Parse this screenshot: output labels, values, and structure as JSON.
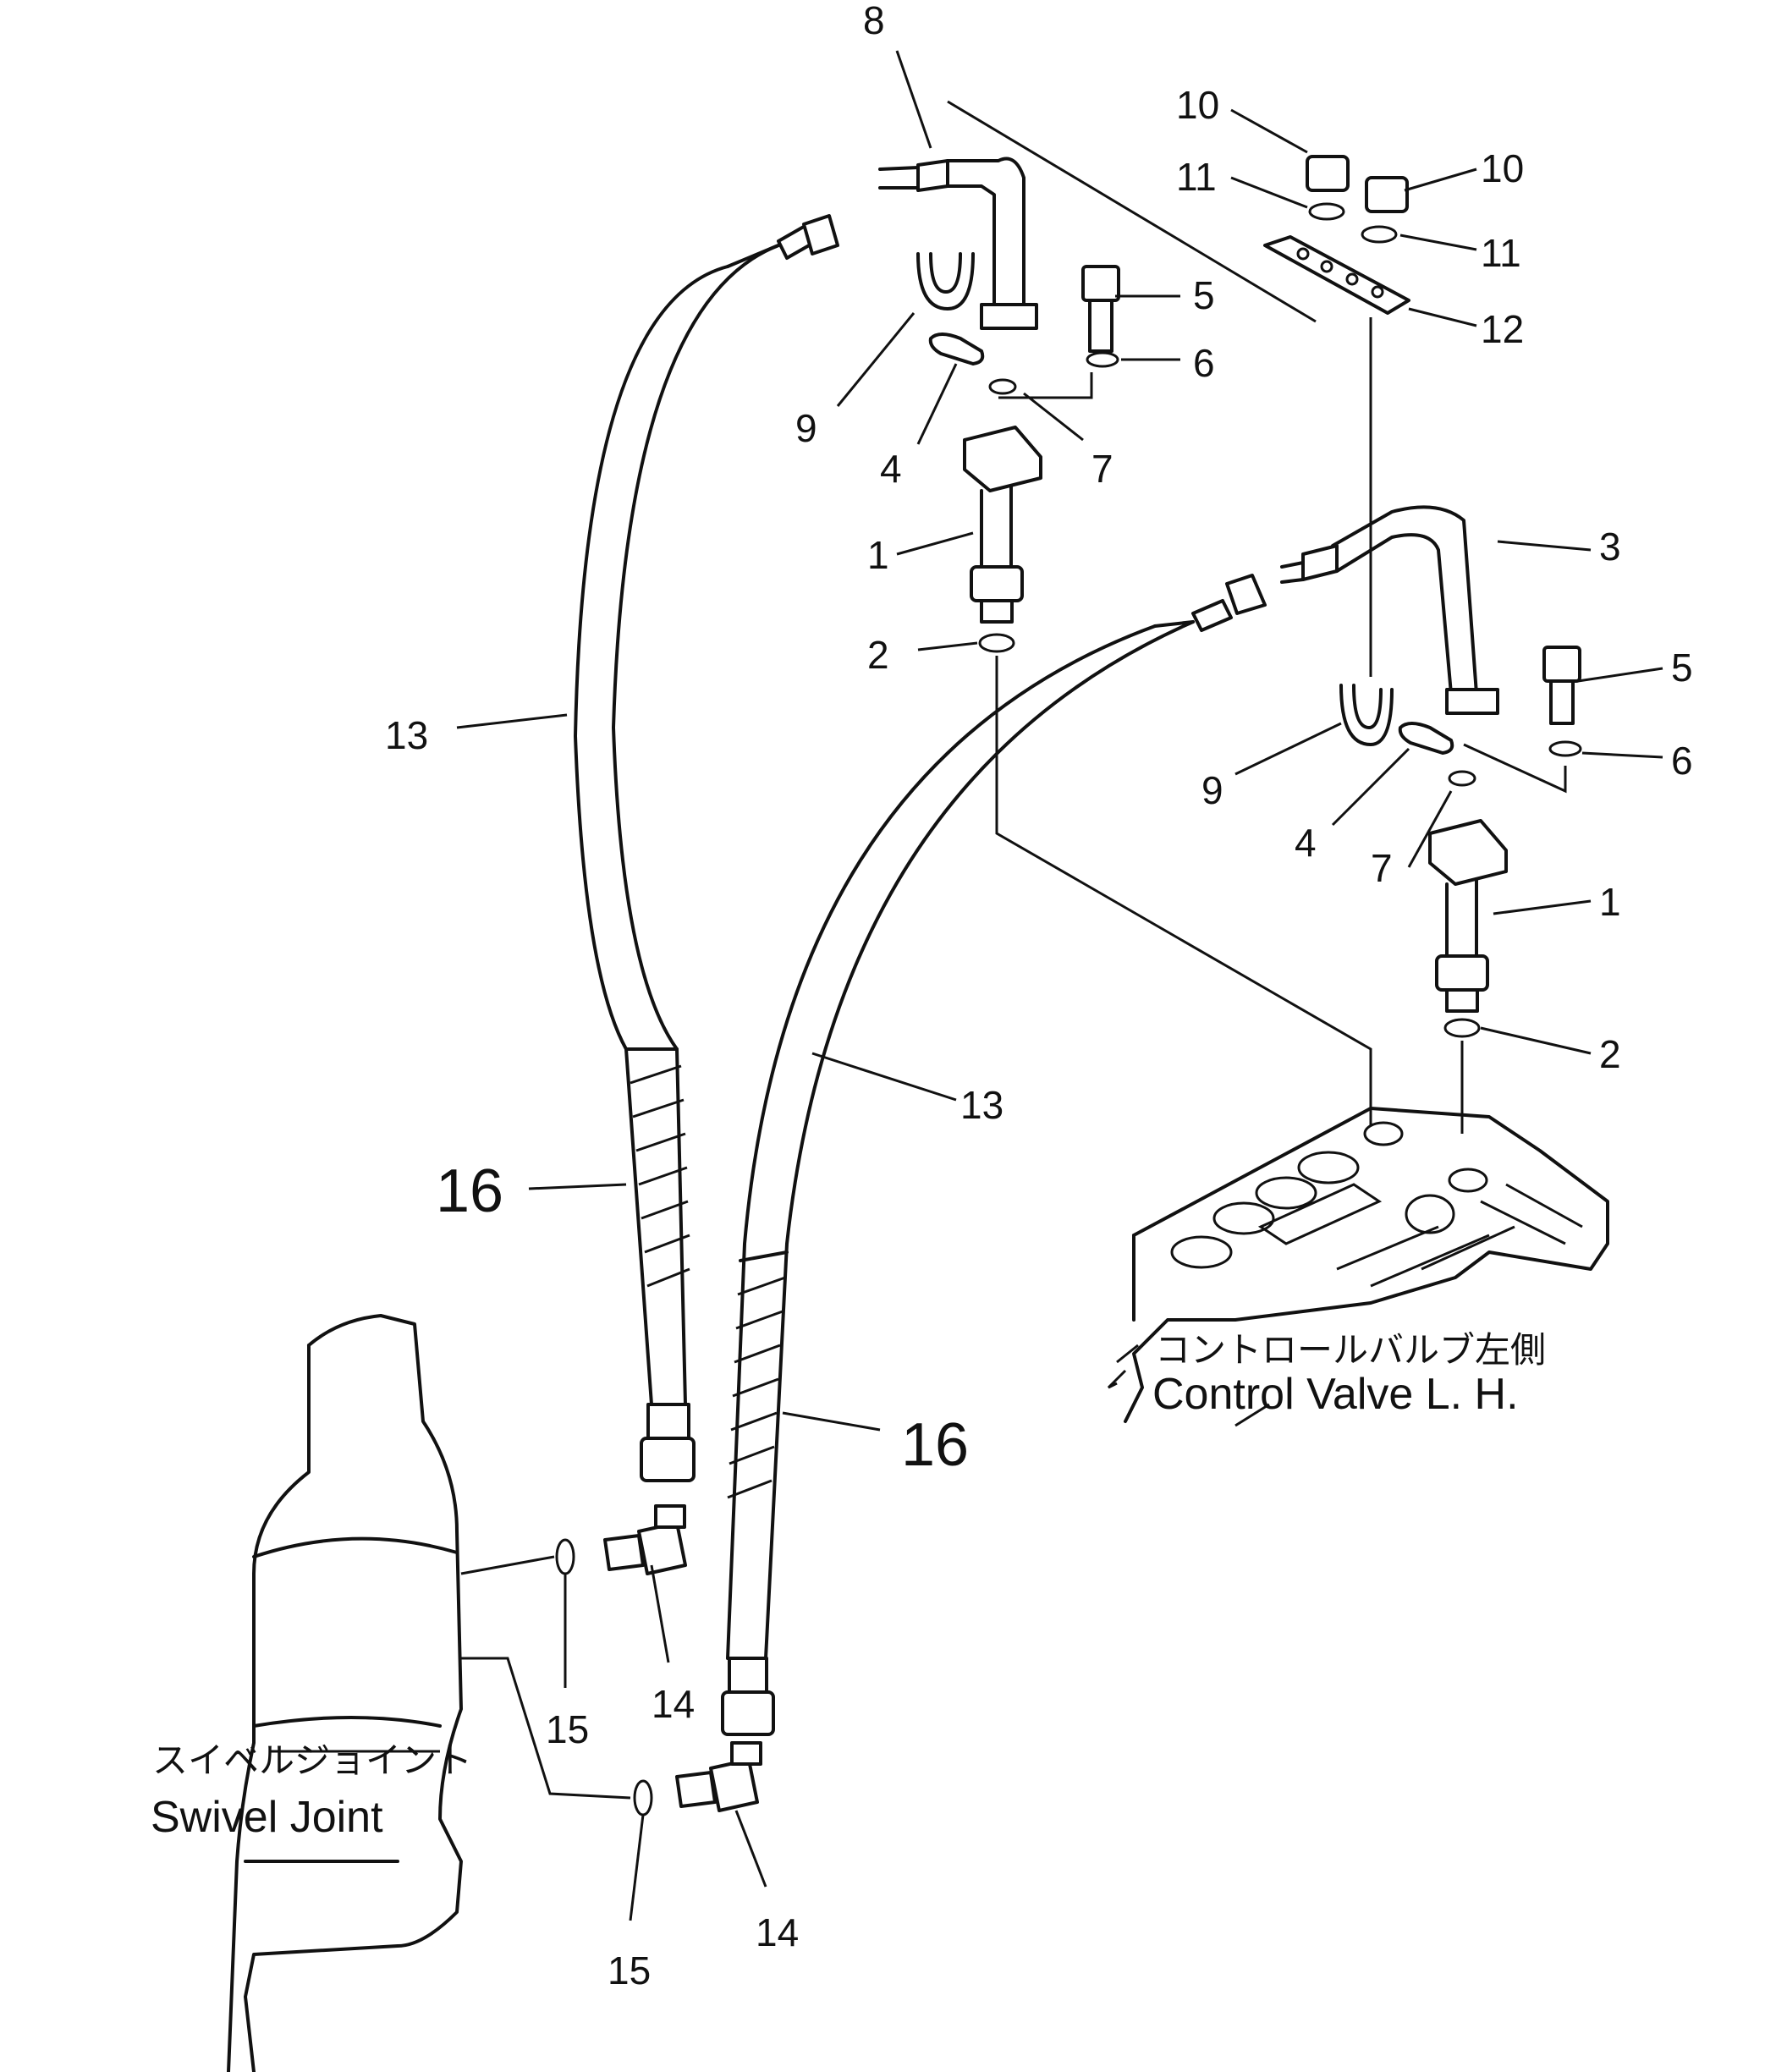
{
  "callouts": {
    "c8": "8",
    "c10a": "10",
    "c10b": "10",
    "c11a": "11",
    "c11b": "11",
    "c12": "12",
    "c5a": "5",
    "c6a": "6",
    "c9a": "9",
    "c4a": "4",
    "c7a": "7",
    "c1a": "1",
    "c2a": "2",
    "c3": "3",
    "c5b": "5",
    "c9b": "9",
    "c6b": "6",
    "c4b": "4",
    "c7b": "7",
    "c1b": "1",
    "c2b": "2",
    "c13a": "13",
    "c13b": "13",
    "c16a": "16",
    "c16b": "16",
    "c14a": "14",
    "c14b": "14",
    "c15a": "15",
    "c15b": "15"
  },
  "labels": {
    "control_valve_jp": "コントロールバルブ左側",
    "control_valve_en": "Control Valve L. H.",
    "swivel_joint_jp": "スイベルジョイント",
    "swivel_joint_en": "Swivel Joint"
  }
}
